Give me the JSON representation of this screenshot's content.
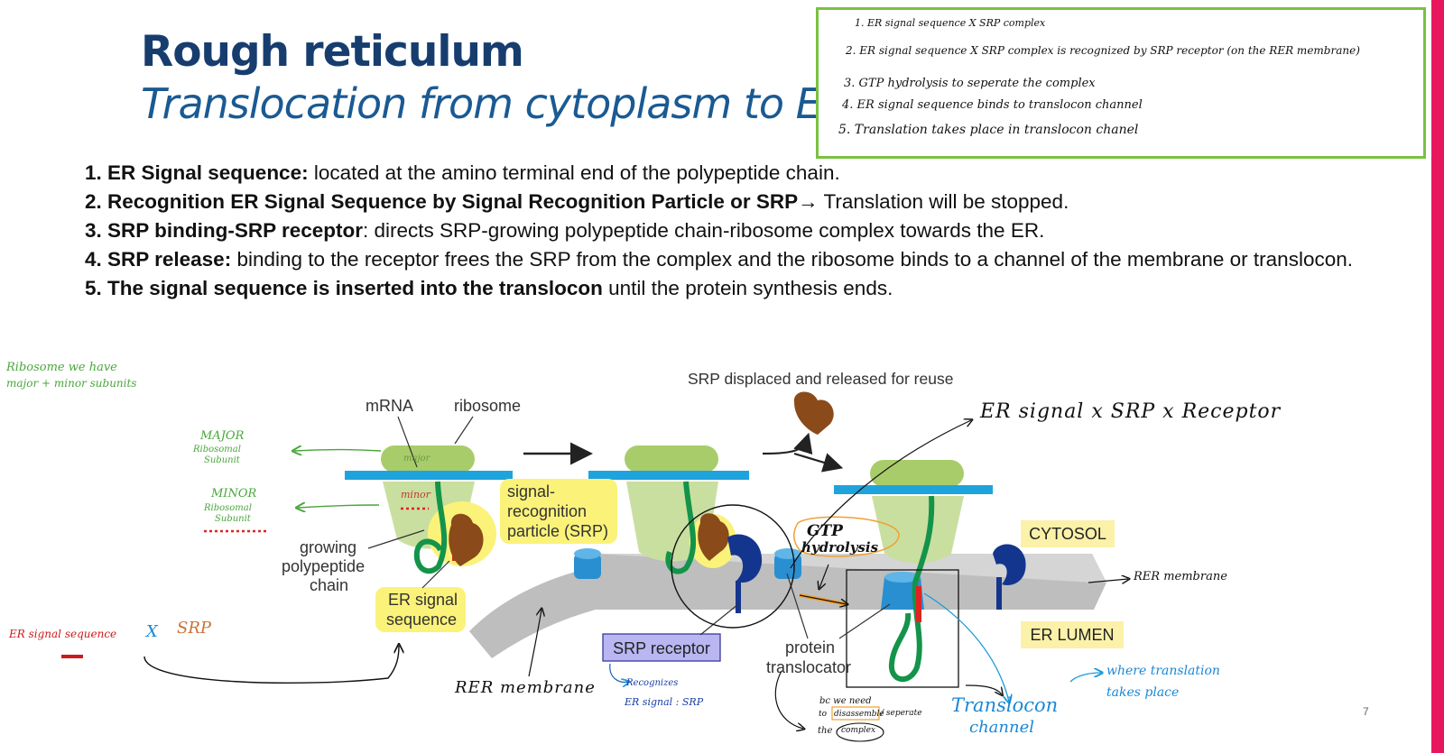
{
  "slide": {
    "title": "Rough reticulum",
    "subtitle": "Translocation from cytoplasm to ER",
    "page_number": "7"
  },
  "notes": [
    "1. ER signal sequence X SRP complex",
    "2. ER signal sequence X SRP complex is recognized by SRP receptor (on the RER membrane)",
    "3. GTP hydrolysis to seperate the complex",
    "4. ER signal sequence binds to translocon channel",
    "5. Translation takes place in translocon chanel"
  ],
  "list": [
    {
      "bold": "1. ER Signal sequence:",
      "text": " located at the amino terminal end of the polypeptide chain."
    },
    {
      "bold": "2. Recognition ER Signal Sequence by Signal Recognition Particle or SRP",
      "text": "→ Translation will be stopped."
    },
    {
      "bold": "3. SRP binding-SRP receptor",
      "text": ": directs SRP-growing polypeptide chain-ribosome complex towards the ER."
    },
    {
      "bold": "4. SRP release:",
      "text": " binding to the receptor frees the SRP from the complex and the ribosome binds to a channel of the membrane or translocon."
    },
    {
      "bold": "5. The signal sequence is inserted into the translocon",
      "text": " until the protein synthesis ends."
    }
  ],
  "diagram": {
    "mrna": "mRNA",
    "ribosome": "ribosome",
    "srp_label_1": "signal-",
    "srp_label_2": "recognition",
    "srp_label_3": "particle (SRP)",
    "growing_1": "growing",
    "growing_2": "polypeptide",
    "growing_3": "chain",
    "er_signal_1": "ER signal",
    "er_signal_2": "sequence",
    "srp_released": "SRP displaced and released for reuse",
    "cytosol": "CYTOSOL",
    "er_lumen": "ER LUMEN",
    "srp_receptor": "SRP receptor",
    "translocator_1": "protein",
    "translocator_2": "translocator",
    "major": "major",
    "minor": "minor",
    "gtp_1": "GTP",
    "gtp_2": "hydrolysis"
  },
  "handwriting": {
    "ribosome_note_1": "Ribosome we have",
    "ribosome_note_2": "major + minor subunits",
    "major_1": "MAJOR",
    "major_2": "Ribosomal",
    "major_3": "Subunit",
    "minor_1": "MINOR",
    "minor_2": "Ribosomal",
    "minor_3": "Subunit",
    "er_x_srp_1": "ER signal sequence",
    "er_x_srp_2": "X",
    "er_x_srp_3": "SRP",
    "rer_membrane_bottom": "RER membrane",
    "recognizes": "Recognizes",
    "er_signal_srp": "ER signal : SRP",
    "bc_1": "bc we need",
    "bc_2": "to",
    "bc_3": "disassemble",
    "bc_4": "/ seperate",
    "bc_5": "the",
    "bc_6": "complex",
    "translocon_1": "Translocon",
    "translocon_2": "channel",
    "where_1": "where translation",
    "where_2": "takes place",
    "er_srp_receptor": "ER signal x SRP x Receptor",
    "rer_membrane_right": "RER membrane"
  },
  "colors": {
    "title": "#163d6e",
    "subtitle": "#1a5a93",
    "ribosome_light": "#c9dfa0",
    "ribosome_dark": "#a9cc6a",
    "mrna": "#1fa3dc",
    "membrane": "#bdbebd",
    "srp": "#8b4a1a",
    "receptor": "#14358e",
    "channel": "#2a8fd1",
    "chain": "#13944a",
    "highlight_yellow": "#fbf27a",
    "notes_border": "#7ac143"
  }
}
